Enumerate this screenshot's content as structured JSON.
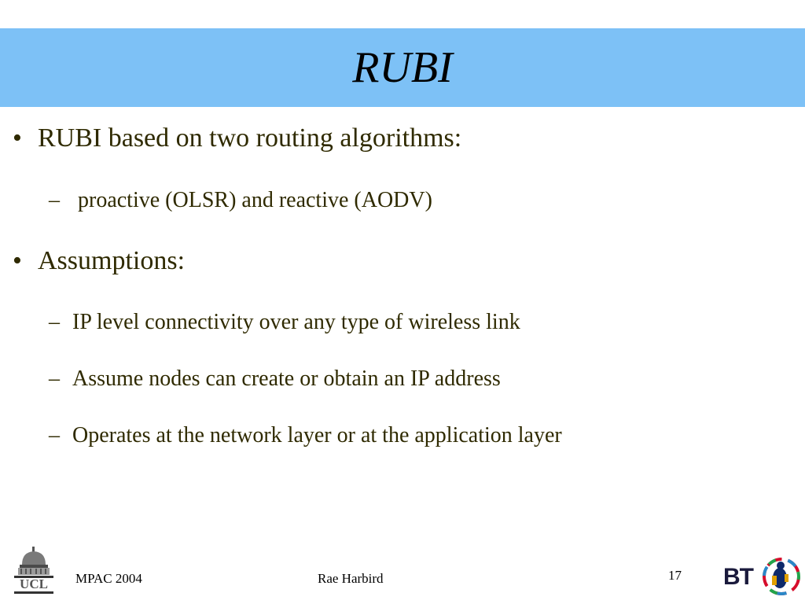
{
  "slide": {
    "title": "RUBI",
    "bullets": [
      {
        "marker": "•",
        "text": "RUBI based on two routing algorithms:",
        "subitems": [
          {
            "marker": "–",
            "text": " proactive (OLSR) and reactive (AODV)"
          }
        ]
      },
      {
        "marker": "•",
        "text": "Assumptions:",
        "subitems": [
          {
            "marker": "–",
            "text": "IP level connectivity over any type of wireless link"
          },
          {
            "marker": "–",
            "text": "Assume nodes can create or obtain an IP address"
          },
          {
            "marker": "–",
            "text": "Operates at the network layer or at the application layer"
          }
        ]
      }
    ]
  },
  "footer": {
    "left": "MPAC 2004",
    "center": "Rae Harbird",
    "page_number": "17"
  },
  "logos": {
    "ucl": {
      "text": "UCL",
      "icon": "ucl-dome-icon"
    },
    "bt": {
      "text": "BT",
      "icon": "bt-piper-icon"
    }
  },
  "colors": {
    "title_bar": "#7dc1f6",
    "body_text": "#2f2a00"
  }
}
